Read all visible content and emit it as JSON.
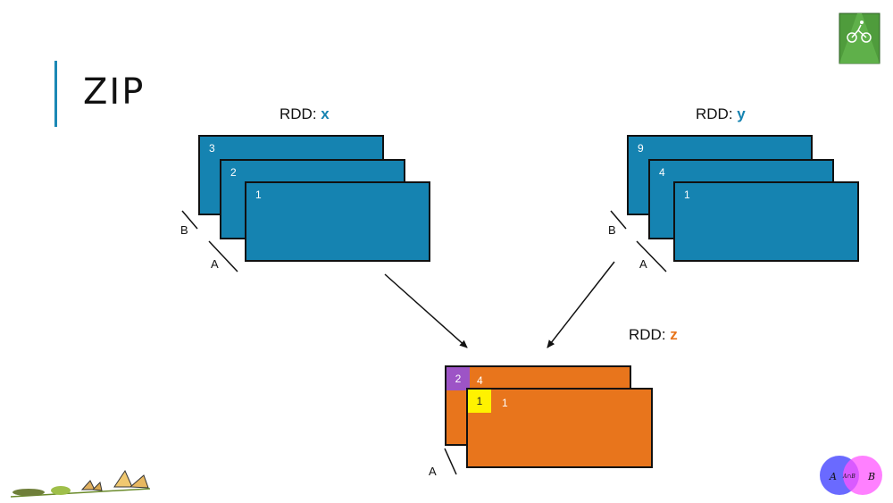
{
  "slide": {
    "title": "ZIP"
  },
  "rdds": {
    "x": {
      "prefix": "RDD: ",
      "name": "x",
      "name_color": "#1583b1",
      "partitions": [
        "3",
        "2",
        "1"
      ],
      "partition_labels": [
        "B",
        "A"
      ]
    },
    "y": {
      "prefix": "RDD: ",
      "name": "y",
      "name_color": "#1583b1",
      "partitions": [
        "9",
        "4",
        "1"
      ],
      "partition_labels": [
        "B",
        "A"
      ]
    },
    "z": {
      "prefix": "RDD: ",
      "name": "z",
      "name_color": "#e8751c",
      "back_card": {
        "chip": "2",
        "value": "4"
      },
      "front_card": {
        "chip": "1",
        "value": "1"
      },
      "partition_labels": [
        "A"
      ]
    }
  },
  "colors": {
    "accent": "#1b88b5",
    "rdd_blue": "#1583b1",
    "rdd_orange": "#e8751c",
    "chip_purple": "#9d54c6",
    "chip_yellow": "#fff200"
  },
  "icons": {
    "top_right": "cyclist-logo-icon",
    "bottom_left": "caterpillar-to-butterfly-icon",
    "bottom_right": "venn-diagram-icon"
  },
  "venn": {
    "left": "A",
    "center": "A∩B",
    "right": "B"
  }
}
